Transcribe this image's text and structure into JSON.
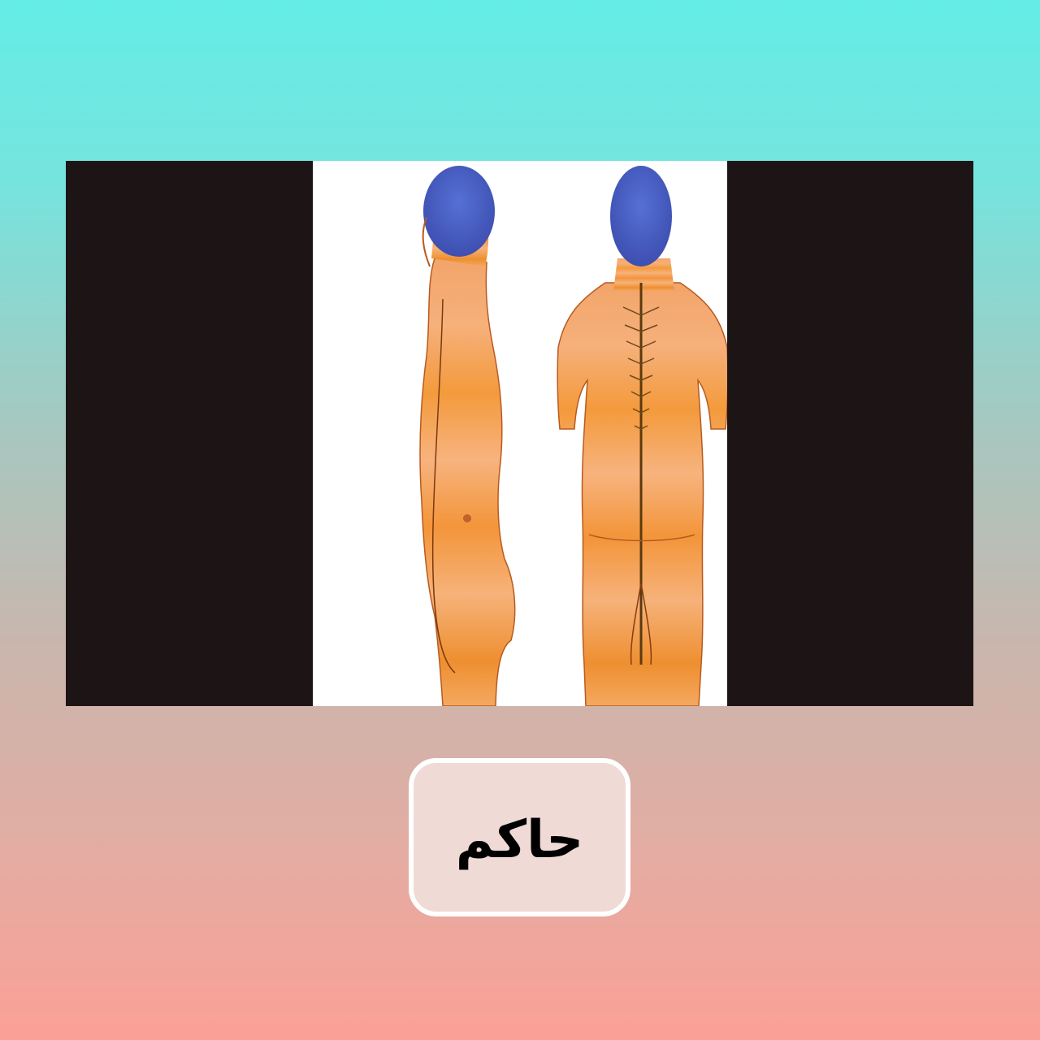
{
  "image": {
    "subject": "anatomy-illustration",
    "figures": [
      "side-view-figure",
      "back-view-figure"
    ],
    "colors": {
      "skin": "#f4a24a",
      "head": "#4a5fc9",
      "spine": "#6b4a1a",
      "frame": "#1d1416"
    }
  },
  "label": {
    "text": "حاكم"
  }
}
